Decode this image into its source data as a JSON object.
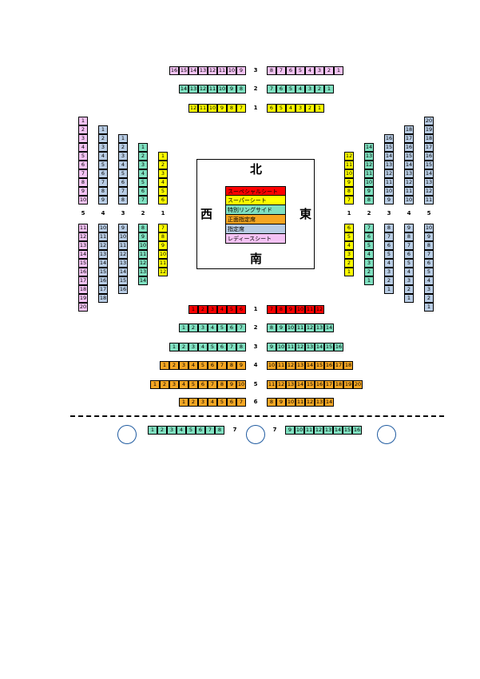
{
  "colors": {
    "special": "#ff0000",
    "super": "#ffff00",
    "ringside": "#7fe0c0",
    "front": "#f5a623",
    "reserved": "#b8cce4",
    "ladies": "#f4c2f4"
  },
  "legend": [
    {
      "label": "スーペシャルシート",
      "color": "special"
    },
    {
      "label": "スーパーシート",
      "color": "super"
    },
    {
      "label": "特別リングサイド",
      "color": "ringside"
    },
    {
      "label": "正面指定席",
      "color": "front"
    },
    {
      "label": "指定席",
      "color": "reserved"
    },
    {
      "label": "レディースシート",
      "color": "ladies"
    }
  ],
  "directions": {
    "north": "北",
    "south": "南",
    "west": "西",
    "east": "東"
  },
  "north_rows": [
    {
      "label": "3",
      "left": [
        "16",
        "15",
        "14",
        "13",
        "12",
        "11",
        "10",
        "9"
      ],
      "right": [
        "8",
        "7",
        "6",
        "5",
        "4",
        "3",
        "2",
        "1"
      ],
      "color": "ladies"
    },
    {
      "label": "2",
      "left": [
        "14",
        "13",
        "12",
        "11",
        "10",
        "9",
        "8"
      ],
      "right": [
        "7",
        "6",
        "5",
        "4",
        "3",
        "2",
        "1"
      ],
      "color": "ringside"
    },
    {
      "label": "1",
      "left": [
        "12",
        "11",
        "10",
        "9",
        "8",
        "7"
      ],
      "right": [
        "6",
        "5",
        "4",
        "3",
        "2",
        "1"
      ],
      "color": "super"
    }
  ],
  "west_columns": [
    {
      "label": "5",
      "top": [
        "1",
        "2",
        "3",
        "4",
        "5",
        "6",
        "7",
        "8",
        "9",
        "10"
      ],
      "bottom": [
        "11",
        "12",
        "13",
        "14",
        "15",
        "16",
        "17",
        "18",
        "19",
        "20"
      ],
      "color": "ladies"
    },
    {
      "label": "4",
      "top": [
        "1",
        "2",
        "3",
        "4",
        "5",
        "6",
        "7",
        "8",
        "9"
      ],
      "bottom": [
        "10",
        "11",
        "12",
        "13",
        "14",
        "15",
        "16",
        "17",
        "18"
      ],
      "color": "reserved"
    },
    {
      "label": "3",
      "top": [
        "1",
        "2",
        "3",
        "4",
        "5",
        "6",
        "7",
        "8"
      ],
      "bottom": [
        "9",
        "10",
        "11",
        "12",
        "13",
        "14",
        "15",
        "16"
      ],
      "color": "reserved"
    },
    {
      "label": "2",
      "top": [
        "1",
        "2",
        "3",
        "4",
        "5",
        "6",
        "7"
      ],
      "bottom": [
        "8",
        "9",
        "10",
        "11",
        "12",
        "13",
        "14"
      ],
      "color": "ringside"
    },
    {
      "label": "1",
      "top": [
        "1",
        "2",
        "3",
        "4",
        "5",
        "6"
      ],
      "bottom": [
        "7",
        "8",
        "9",
        "10",
        "11",
        "12"
      ],
      "color": "super"
    }
  ],
  "east_columns": [
    {
      "label": "1",
      "top": [
        "12",
        "11",
        "10",
        "9",
        "8",
        "7"
      ],
      "bottom": [
        "6",
        "5",
        "4",
        "3",
        "2",
        "1"
      ],
      "color": "super"
    },
    {
      "label": "2",
      "top": [
        "14",
        "13",
        "12",
        "11",
        "10",
        "9",
        "8"
      ],
      "bottom": [
        "7",
        "6",
        "5",
        "4",
        "3",
        "2",
        "1"
      ],
      "color": "ringside"
    },
    {
      "label": "3",
      "top": [
        "16",
        "15",
        "14",
        "13",
        "12",
        "11",
        "10",
        "9"
      ],
      "bottom": [
        "8",
        "7",
        "6",
        "5",
        "4",
        "3",
        "2",
        "1"
      ],
      "color": "reserved"
    },
    {
      "label": "4",
      "top": [
        "18",
        "17",
        "16",
        "15",
        "14",
        "13",
        "12",
        "11",
        "10"
      ],
      "bottom": [
        "9",
        "8",
        "7",
        "6",
        "5",
        "4",
        "3",
        "2",
        "1"
      ],
      "color": "reserved"
    },
    {
      "label": "5",
      "top": [
        "20",
        "19",
        "18",
        "17",
        "16",
        "15",
        "14",
        "13",
        "12",
        "11"
      ],
      "bottom": [
        "10",
        "9",
        "8",
        "7",
        "6",
        "5",
        "4",
        "3",
        "2",
        "1"
      ],
      "color": "reserved"
    }
  ],
  "south_rows": [
    {
      "label": "1",
      "left": [
        "1",
        "2",
        "3",
        "4",
        "5",
        "6"
      ],
      "right": [
        "7",
        "8",
        "9",
        "10",
        "11",
        "12"
      ],
      "color": "special"
    },
    {
      "label": "2",
      "left": [
        "1",
        "2",
        "3",
        "4",
        "5",
        "6",
        "7"
      ],
      "right": [
        "8",
        "9",
        "10",
        "11",
        "12",
        "13",
        "14"
      ],
      "color": "ringside"
    },
    {
      "label": "3",
      "left": [
        "1",
        "2",
        "3",
        "4",
        "5",
        "6",
        "7",
        "8"
      ],
      "right": [
        "9",
        "10",
        "11",
        "12",
        "13",
        "14",
        "15",
        "16"
      ],
      "color": "ringside"
    },
    {
      "label": "4",
      "left": [
        "1",
        "2",
        "3",
        "4",
        "5",
        "6",
        "7",
        "8",
        "9"
      ],
      "right": [
        "10",
        "11",
        "12",
        "13",
        "14",
        "15",
        "16",
        "17",
        "18"
      ],
      "color": "front"
    },
    {
      "label": "5",
      "left": [
        "1",
        "2",
        "3",
        "4",
        "5",
        "6",
        "7",
        "8",
        "9",
        "10"
      ],
      "right": [
        "11",
        "12",
        "13",
        "14",
        "15",
        "16",
        "17",
        "18",
        "19",
        "20"
      ],
      "color": "front"
    },
    {
      "label": "6",
      "left": [
        "1",
        "2",
        "3",
        "4",
        "5",
        "6",
        "7"
      ],
      "right": [
        "8",
        "9",
        "10",
        "11",
        "12",
        "13",
        "14"
      ],
      "color": "front"
    }
  ],
  "balcony": {
    "left_label": "7",
    "right_label": "7",
    "left": [
      "1",
      "2",
      "3",
      "4",
      "5",
      "6",
      "7",
      "8"
    ],
    "right": [
      "9",
      "10",
      "11",
      "12",
      "13",
      "14",
      "15",
      "16"
    ],
    "color": "ringside"
  }
}
